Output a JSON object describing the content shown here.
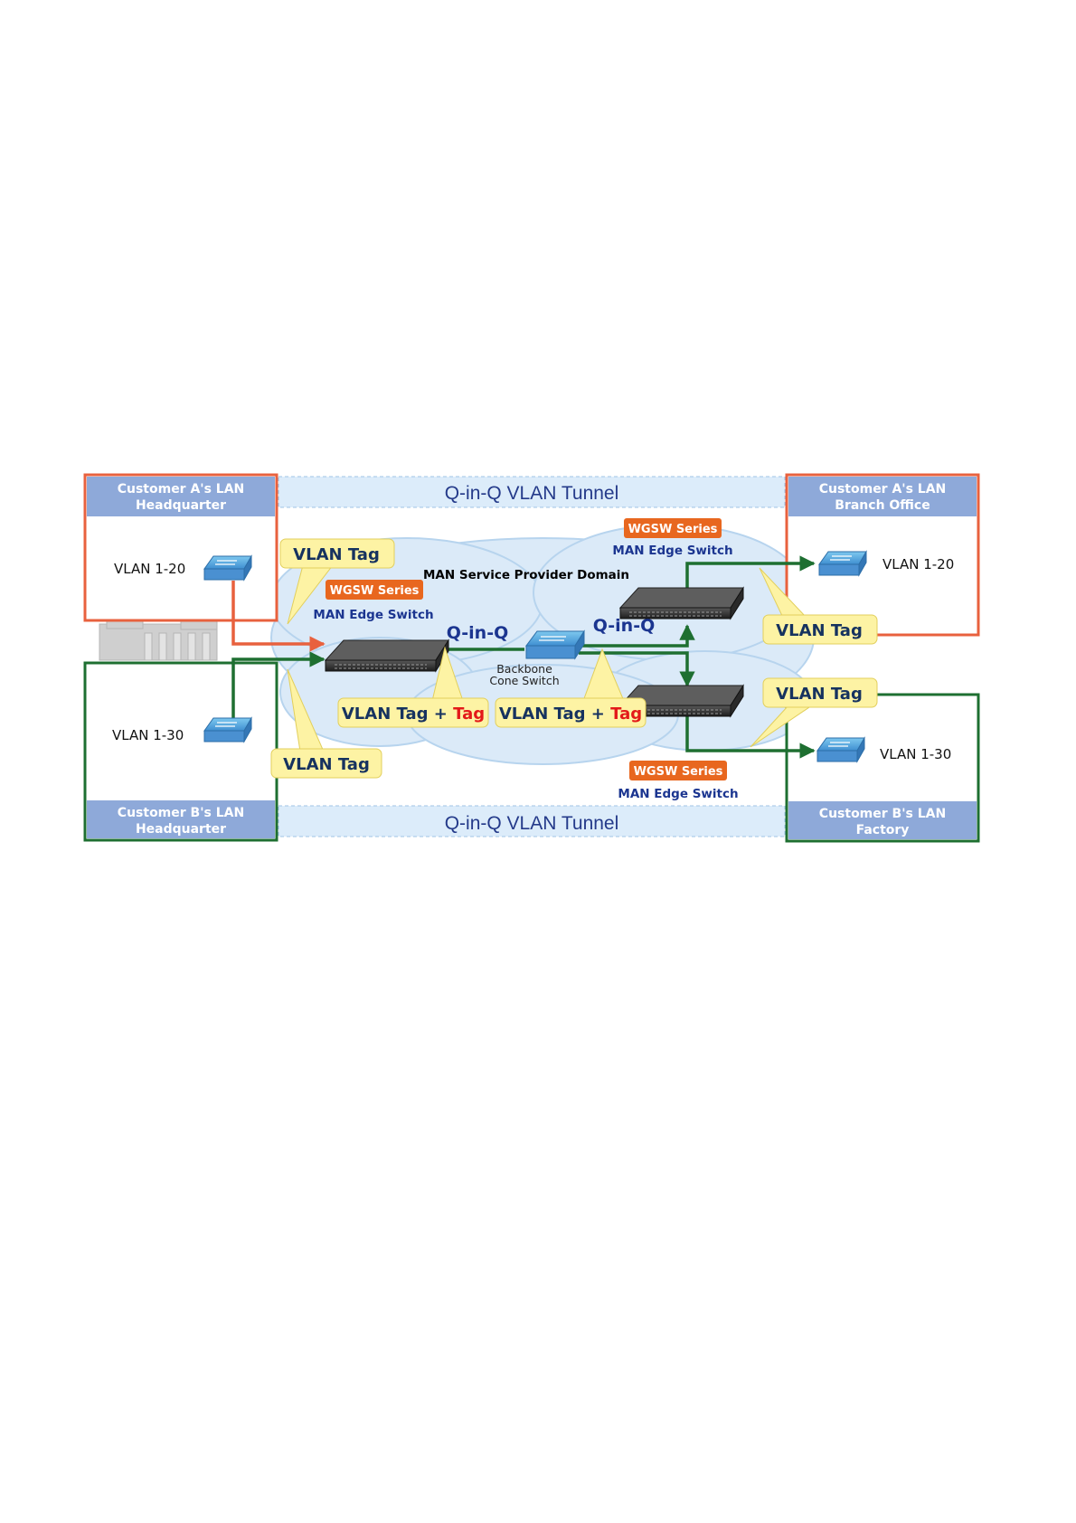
{
  "boxes": {
    "a_hq": {
      "title_line1": "Customer A's LAN",
      "title_line2": "Headquarter",
      "vlan": "VLAN 1-20"
    },
    "a_branch": {
      "title_line1": "Customer A's LAN",
      "title_line2": "Branch Office",
      "vlan": "VLAN 1-20"
    },
    "b_hq": {
      "title_line1": "Customer B's LAN",
      "title_line2": "Headquarter",
      "vlan": "VLAN 1-30"
    },
    "b_factory": {
      "title_line1": "Customer B's LAN",
      "title_line2": "Factory",
      "vlan": "VLAN 1-30"
    }
  },
  "tunnels": {
    "top": "Q-in-Q VLAN Tunnel",
    "bottom": "Q-in-Q VLAN Tunnel"
  },
  "domain_label": "MAN Service Provider Domain",
  "switch_series": {
    "badge": "WGSW Series",
    "edge_label": "MAN Edge Switch"
  },
  "backbone": {
    "line1": "Backbone",
    "line2": "Cone Switch"
  },
  "qinq_label": "Q-in-Q",
  "callouts": {
    "vlan_tag": "VLAN Tag",
    "vlan_tag_plus": "VLAN Tag + ",
    "extra_tag": "Tag"
  },
  "colors": {
    "customer_a": "#e8613e",
    "customer_b": "#1e6f31",
    "header_blue": "#8ea9d9",
    "badge_orange": "#e8671f",
    "callout_yellow": "#fdf3a4",
    "cloud": "#dbeaf8"
  }
}
